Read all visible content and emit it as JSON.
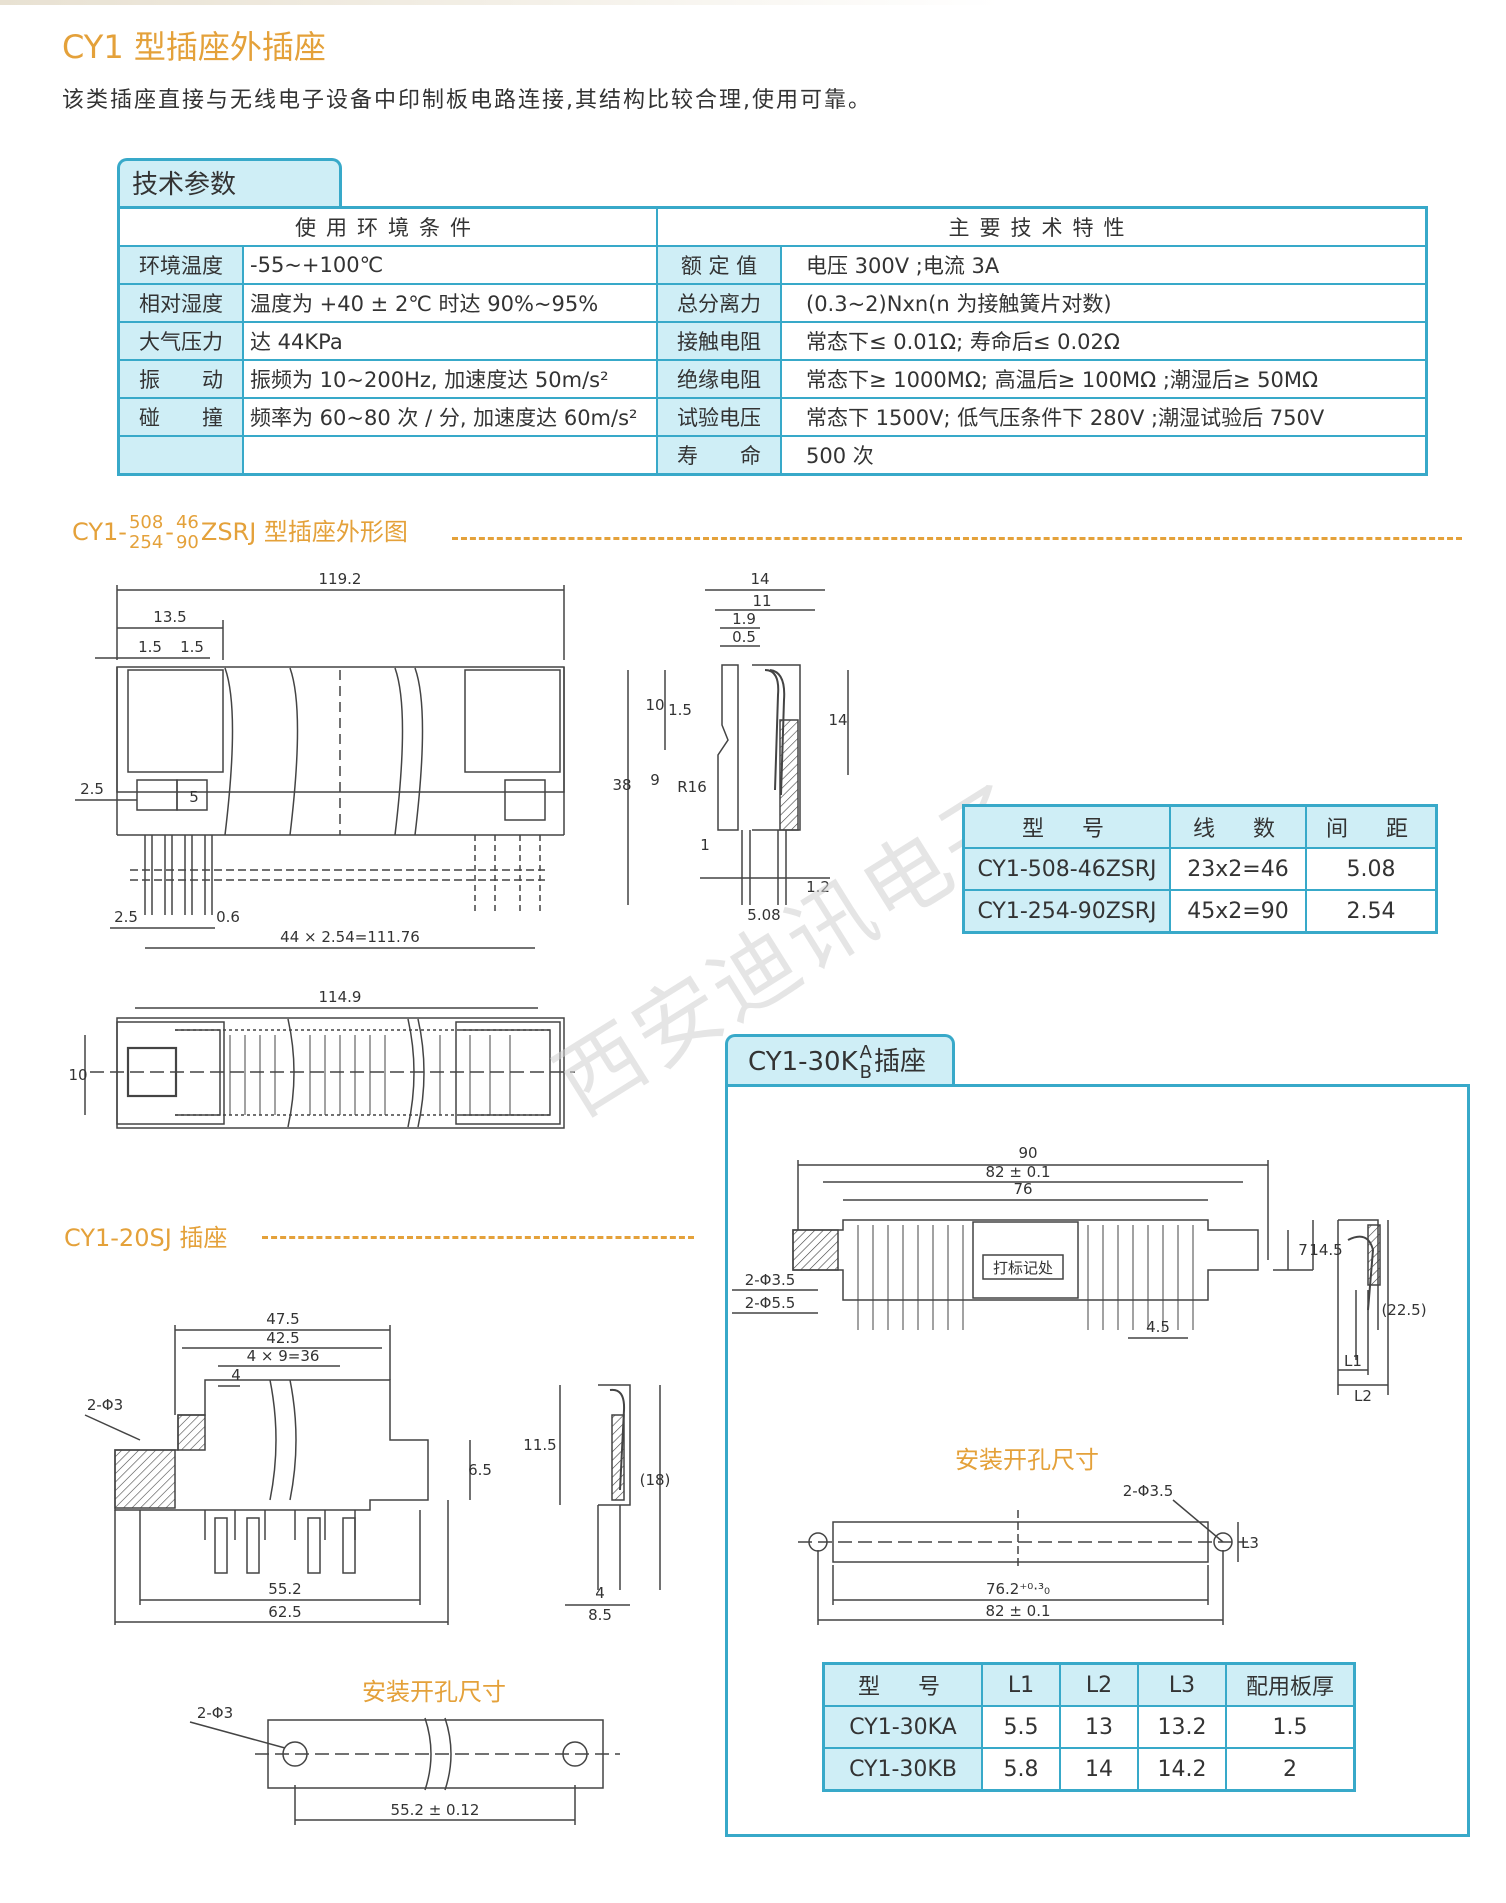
{
  "header": {
    "title": "CY1 型插座外插座",
    "intro": "该类插座直接与无线电子设备中印制板电路连接,其结构比较合理,使用可靠。"
  },
  "spec": {
    "tab": "技术参数",
    "env_head": "使用环境条件",
    "tech_head": "主要技术特性",
    "rows": [
      {
        "l1": "环境温度",
        "v1": "-55~+100℃",
        "l2": "额 定 值",
        "v2": "电压 300V ;电流 3A"
      },
      {
        "l1": "相对湿度",
        "v1": "温度为 +40 ± 2℃ 时达 90%~95%",
        "l2": "总分离力",
        "v2": "(0.3~2)Nxn(n 为接触簧片对数)"
      },
      {
        "l1": "大气压力",
        "v1": "达 44KPa",
        "l2": "接触电阻",
        "v2": "常态下≤ 0.01Ω; 寿命后≤ 0.02Ω"
      },
      {
        "l1": "振　　动",
        "v1": "振频为 10~200Hz, 加速度达 50m/s²",
        "l2": "绝缘电阻",
        "v2": "常态下≥ 1000MΩ; 高温后≥ 100MΩ ;潮湿后≥ 50MΩ"
      },
      {
        "l1": "碰　　撞",
        "v1": "频率为 60~80 次 / 分, 加速度达 60m/s²",
        "l2": "试验电压",
        "v2": "常态下 1500V; 低气压条件下 280V ;潮湿试验后 750V"
      },
      {
        "l1": "",
        "v1": "",
        "l2": "寿　　命",
        "v2": "500 次"
      }
    ]
  },
  "section1": {
    "prefix": "CY1-",
    "frac1_top": "508",
    "frac1_bot": "254",
    "mid": "-",
    "frac2_top": "46",
    "frac2_bot": "90",
    "suffix": "ZSRJ 型插座外形图"
  },
  "dims1": {
    "d119": "119.2",
    "d13_5": "13.5",
    "d1_5a": "1.5",
    "d1_5b": "1.5",
    "d2_5a": "2.5",
    "d5": "5",
    "d2_5b": "2.5",
    "d0_6": "0.6",
    "d44": "44 × 2.54=111.76",
    "d114": "114.9",
    "d10": "10",
    "s14a": "14",
    "s11": "11",
    "s1_9": "1.9",
    "s0_5": "0.5",
    "s10": "10",
    "s1_5": "1.5",
    "s14b": "14",
    "s9": "9",
    "s38": "38",
    "sR16": "R16",
    "s1": "1",
    "s1_2": "1.2",
    "s5_08": "5.08"
  },
  "model_table1": {
    "headers": [
      "型　号",
      "线　数",
      "间　距"
    ],
    "rows": [
      [
        "CY1-508-46ZSRJ",
        "23x2=46",
        "5.08"
      ],
      [
        "CY1-254-90ZSRJ",
        "45x2=90",
        "2.54"
      ]
    ]
  },
  "watermark": "西安迪讯电子",
  "section2": {
    "title": "CY1-20SJ 插座",
    "d47_5": "47.5",
    "d42_5": "42.5",
    "d4x9": "4 × 9=36",
    "d4": "4",
    "d2phi3": "2-Φ3",
    "d6_5": "6.5",
    "d55_2": "55.2",
    "d62_5": "62.5",
    "s11_5": "11.5",
    "s18": "(18)",
    "s4": "4",
    "s8_5": "8.5",
    "mount_title": "安装开孔尺寸",
    "m2phi3": "2-Φ3",
    "m55": "55.2 ± 0.12"
  },
  "section3": {
    "title_prefix": "CY1-30K",
    "frac_top": "A",
    "frac_bot": "B",
    "title_suffix": "插座",
    "d90": "90",
    "d82": "82 ± 0.1",
    "d76": "76",
    "d2phi35": "2-Φ3.5",
    "d2phi55": "2-Φ5.5",
    "mark": "打标记处",
    "d7": "7",
    "d14_5": "14.5",
    "d4_5": "4.5",
    "sL1": "L1",
    "sL2": "L2",
    "s22_5": "(22.5)",
    "mount_title": "安装开孔尺寸",
    "m2phi35": "2-Φ3.5",
    "mL3": "L3",
    "m76": "76.2⁺⁰·³₀",
    "m82": "82 ± 0.1"
  },
  "model_table2": {
    "headers": [
      "型　号",
      "L1",
      "L2",
      "L3",
      "配用板厚"
    ],
    "rows": [
      [
        "CY1-30KA",
        "5.5",
        "13",
        "13.2",
        "1.5"
      ],
      [
        "CY1-30KB",
        "5.8",
        "14",
        "14.2",
        "2"
      ]
    ]
  }
}
